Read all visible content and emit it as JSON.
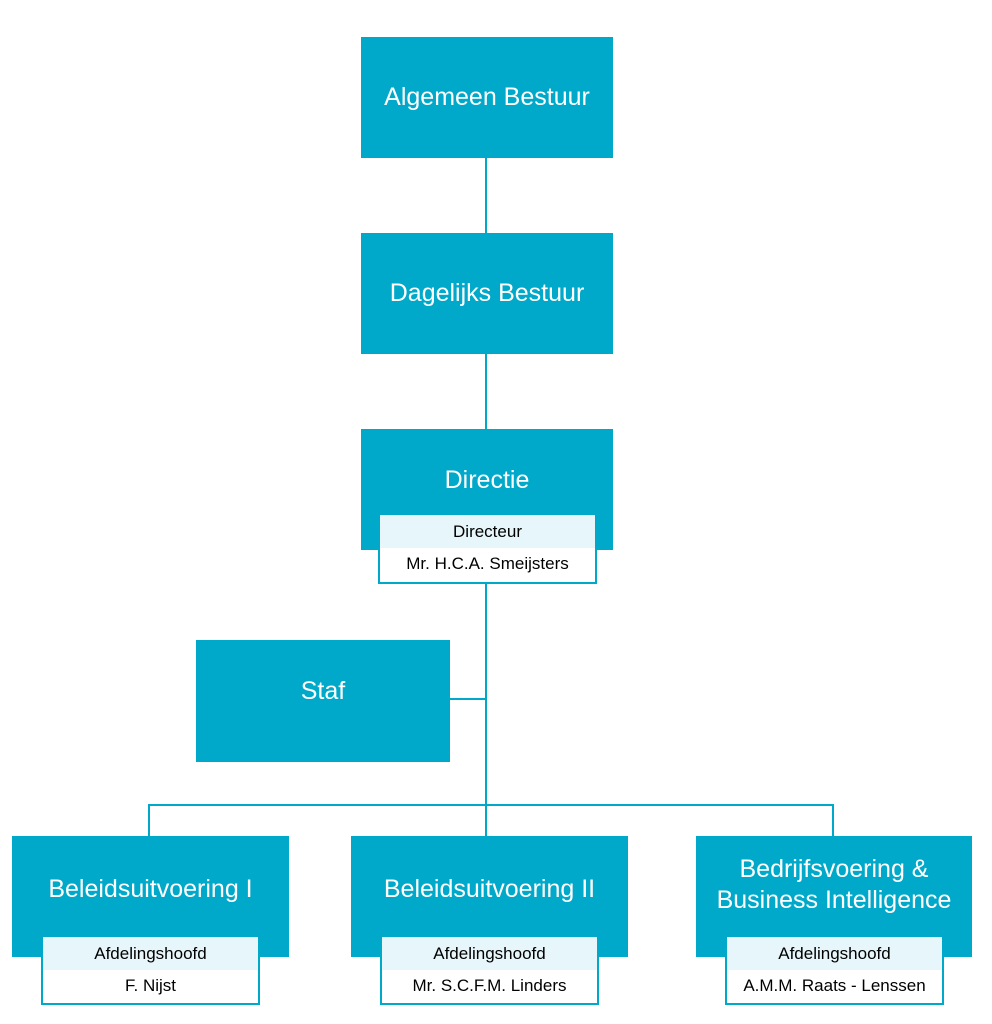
{
  "diagram": {
    "nodes": {
      "algemeen_bestuur": "Algemeen Bestuur",
      "dagelijks_bestuur": "Dagelijks Bestuur",
      "directie": {
        "title": "Directie",
        "role": "Directeur",
        "person": "Mr. H.C.A. Smeijsters"
      },
      "staf": "Staf",
      "beleid1": {
        "title": "Beleidsuitvoering I",
        "role": "Afdelingshoofd",
        "person": "F. Nijst"
      },
      "beleid2": {
        "title": "Beleidsuitvoering II",
        "role": "Afdelingshoofd",
        "person": "Mr. S.C.F.M. Linders"
      },
      "bedrijf": {
        "title_line1": "Bedrijfsvoering &",
        "title_line2": "Business Intelligence",
        "role": "Afdelingshoofd",
        "person": "A.M.M. Raats - Lenssen"
      }
    },
    "colors": {
      "node": "#00a9c9",
      "card_header": "#e6f6fa",
      "text_on_node": "#ffffff"
    }
  }
}
